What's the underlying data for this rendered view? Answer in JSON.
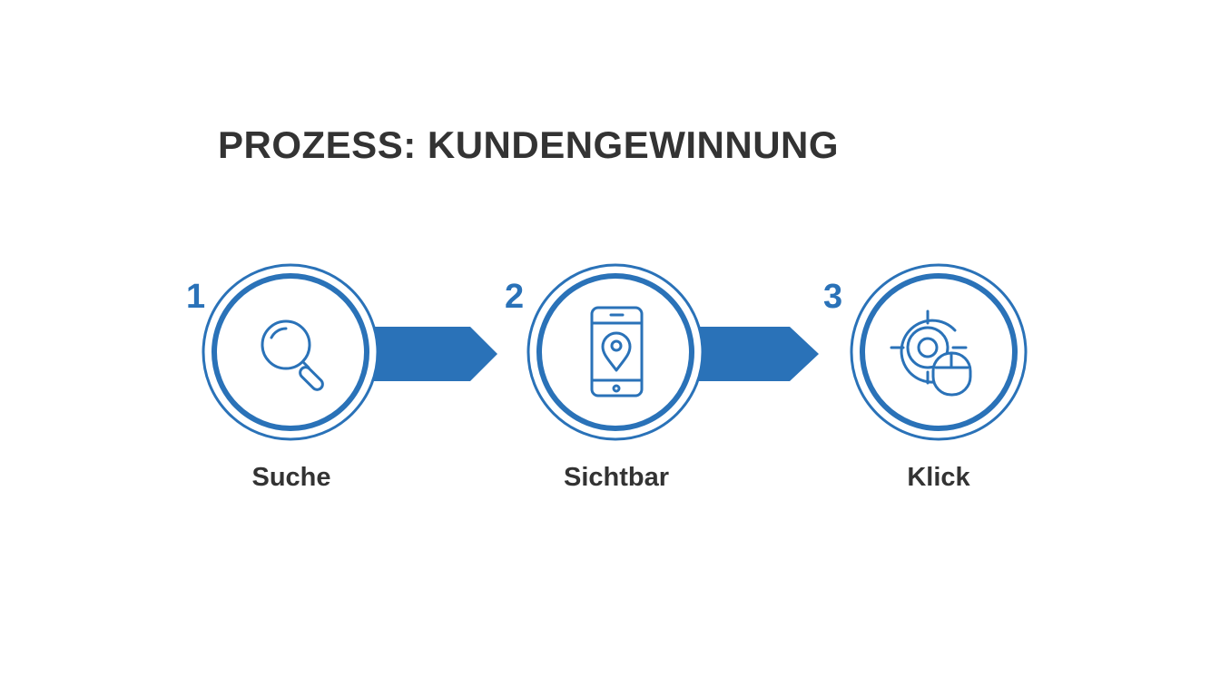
{
  "title": "PROZESS: KUNDENGEWINNUNG",
  "colors": {
    "accent": "#2a72b8",
    "text": "#333333",
    "background": "#ffffff"
  },
  "steps": [
    {
      "number": "1",
      "label": "Suche",
      "icon": "magnifier-icon"
    },
    {
      "number": "2",
      "label": "Sichtbar",
      "icon": "smartphone-location-icon"
    },
    {
      "number": "3",
      "label": "Klick",
      "icon": "target-mouse-icon"
    }
  ]
}
